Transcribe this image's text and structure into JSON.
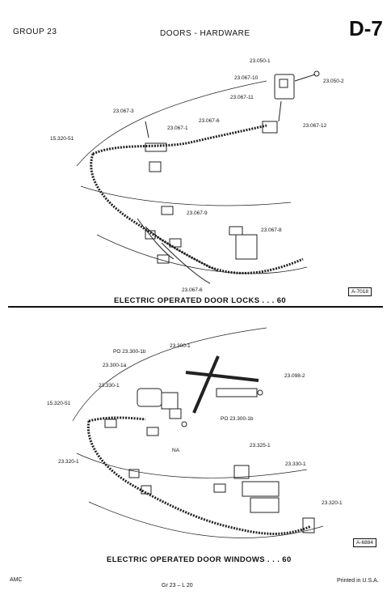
{
  "header": {
    "group": "GROUP 23",
    "section": "DOORS - HARDWARE",
    "page_id": "D-7"
  },
  "top_figure": {
    "caption": "ELECTRIC OPERATED DOOR LOCKS . . . 60",
    "ref": "A-7018",
    "labels": [
      "23.050-1",
      "23.050-2",
      "23.067-10",
      "23.067-11",
      "23.067-12",
      "23.067-3",
      "23.067-1",
      "23.067-6",
      "15.320-51",
      "23.067-9",
      "23.067-8",
      "23.067-6"
    ]
  },
  "bottom_figure": {
    "caption": "ELECTRIC OPERATED DOOR WINDOWS . . . 60",
    "ref": "A-6884",
    "labels": [
      "23.300-1",
      "PO 23.300-1b",
      "23.300-1a",
      "23.330-1",
      "23.098-2",
      "15.320-51",
      "PO 23.300-1b",
      "NA",
      "23.325-1",
      "23.330-1",
      "23.320-1",
      "23.320-1"
    ]
  },
  "footer": {
    "left": "AMC",
    "center": "Gr  23  –  L  20",
    "right": "Printed  in U.S.A."
  }
}
